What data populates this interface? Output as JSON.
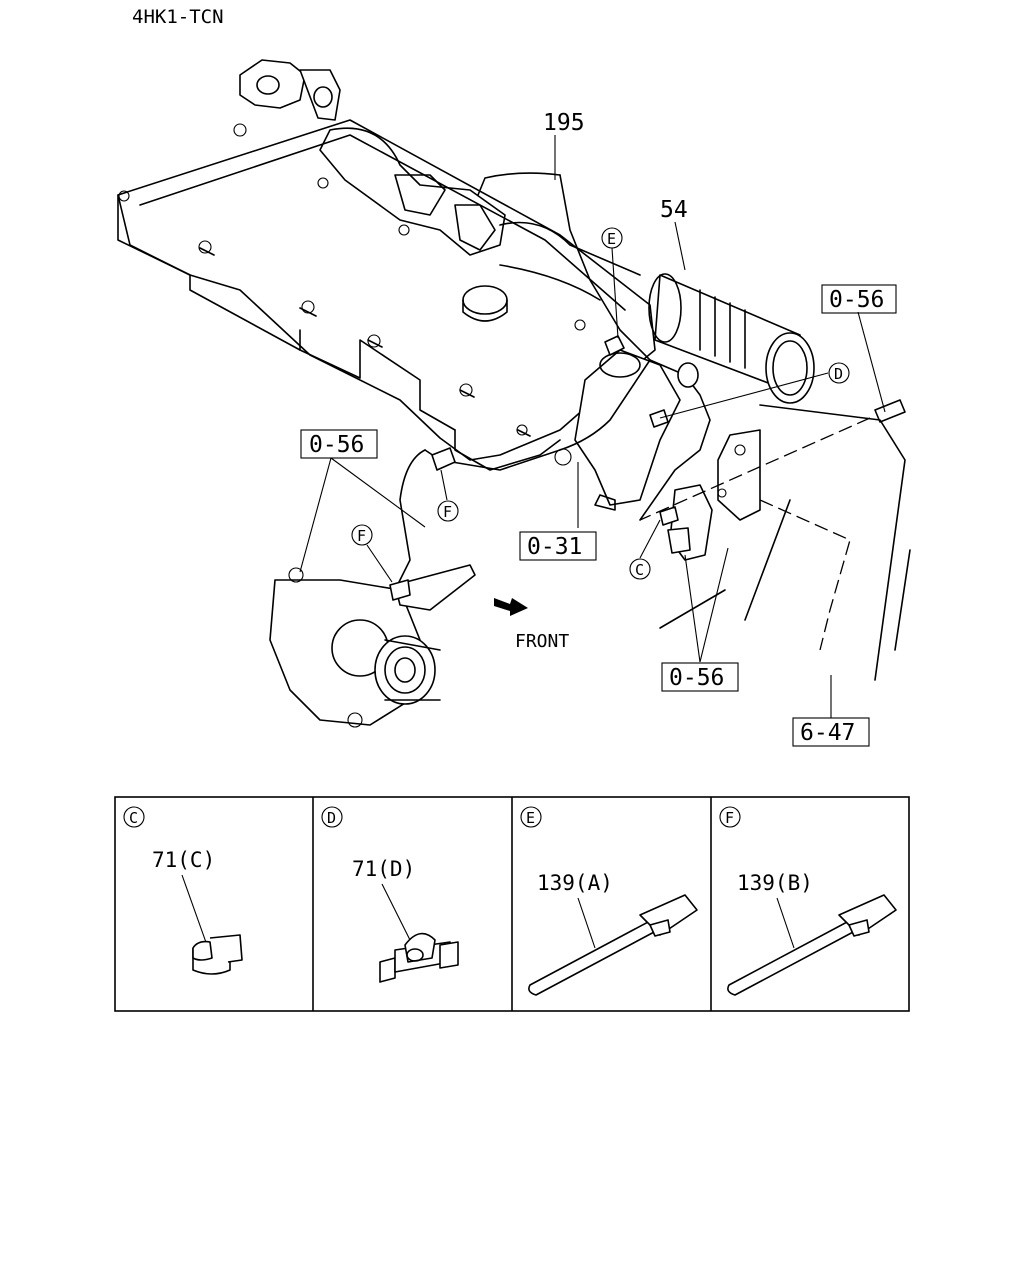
{
  "title": "4HK1-TCN",
  "front_label": "FRONT",
  "callouts": {
    "p195": "195",
    "p54": "54",
    "p056_right": "0-56",
    "p056_left": "0-56",
    "p031": "0-31",
    "p056_bottom": "0-56",
    "p647": "6-47"
  },
  "circle_letters": {
    "e": "E",
    "d": "D",
    "c": "C",
    "f1": "F",
    "f2": "F"
  },
  "details": [
    {
      "letter": "C",
      "part": "71(C)"
    },
    {
      "letter": "D",
      "part": "71(D)"
    },
    {
      "letter": "E",
      "part": "139(A)"
    },
    {
      "letter": "F",
      "part": "139(B)"
    }
  ]
}
